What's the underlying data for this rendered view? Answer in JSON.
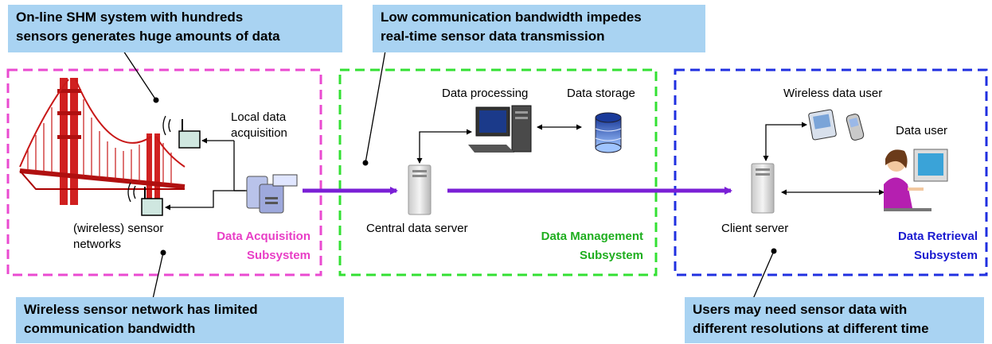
{
  "callouts": {
    "shm": [
      "On-line SHM system with hundreds",
      "sensors generates huge amounts of data"
    ],
    "bandwidth": [
      "Low communication bandwidth impedes",
      "real-time sensor data transmission"
    ],
    "wsn": [
      "Wireless sensor network has limited",
      "communication bandwidth"
    ],
    "users": [
      "Users may need sensor data with",
      "different resolutions at different time"
    ]
  },
  "labels": {
    "local_acq": [
      "Local data",
      "acquisition"
    ],
    "sensor_net": [
      "(wireless) sensor",
      "networks"
    ],
    "data_processing": "Data processing",
    "data_storage": "Data storage",
    "central_server": "Central data server",
    "wireless_user": "Wireless data user",
    "data_user": "Data user",
    "client_server": "Client server"
  },
  "subsystems": {
    "acquisition": {
      "line1": "Data Acquisition",
      "line2": "Subsystem",
      "color": "#e83ec6"
    },
    "management": {
      "line1": "Data Management",
      "line2": "Subsystem",
      "color": "#1fae1f"
    },
    "retrieval": {
      "line1": "Data Retrieval",
      "line2": "Subsystem",
      "color": "#1a1ad0"
    }
  },
  "colors": {
    "callout_bg": "#a9d3f2",
    "main_arrow": "#7a1fd6",
    "bridge": "#d01010"
  },
  "icons": [
    "bridge-icon",
    "sensor-node-icon",
    "acquisition-server-icon",
    "desktop-pc-icon",
    "database-icon",
    "server-tower-icon",
    "pda-icon",
    "phone-icon",
    "person-at-computer-icon"
  ]
}
